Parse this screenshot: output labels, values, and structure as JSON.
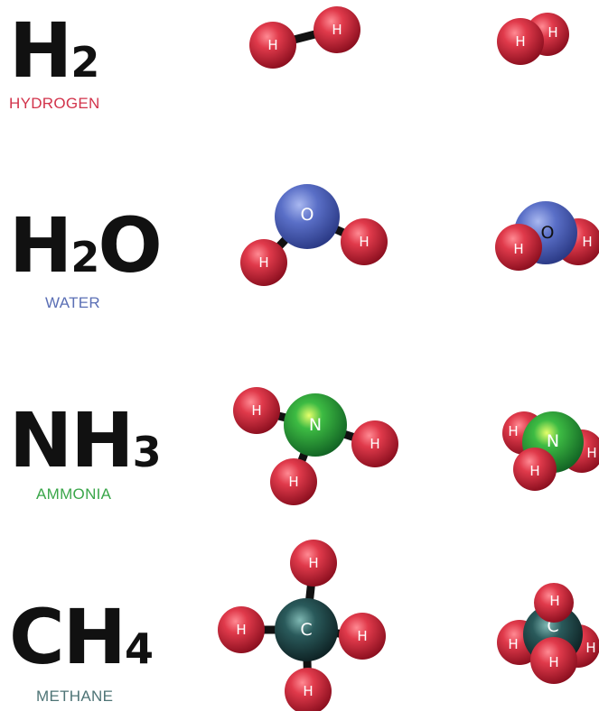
{
  "molecules": [
    {
      "formula": {
        "main": "H",
        "sub": "2",
        "tail": ""
      },
      "name": "HYDROGEN",
      "name_color": "#d2334b",
      "atoms": {
        "h1": "H",
        "h2": "H",
        "h3": "H",
        "h4": "H"
      }
    },
    {
      "formula": {
        "main": "H",
        "sub": "2",
        "tail": "O"
      },
      "name": "WATER",
      "name_color": "#5b6fb5",
      "atoms": {
        "o1": "O",
        "h1": "H",
        "h2": "H",
        "o2": "O",
        "h3": "H",
        "h4": "H"
      }
    },
    {
      "formula": {
        "main": "NH",
        "sub": "3",
        "tail": ""
      },
      "name": "AMMONIA",
      "name_color": "#3aa64a",
      "atoms": {
        "n1": "N",
        "h1": "H",
        "h2": "H",
        "h3": "H",
        "n2": "N",
        "h4": "H",
        "h5": "H",
        "h6": "H"
      }
    },
    {
      "formula": {
        "main": "CH",
        "sub": "4",
        "tail": ""
      },
      "name": "METHANE",
      "name_color": "#4e7476",
      "atoms": {
        "c1": "C",
        "h1": "H",
        "h2": "H",
        "h3": "H",
        "h4": "H",
        "c2": "C",
        "h5": "H",
        "h6": "H",
        "h7": "H",
        "h8": "H"
      }
    }
  ],
  "colors": {
    "hydrogen": "#c92236",
    "oxygen": "#5569c0",
    "nitrogen": "#22963a",
    "carbon": "#1f4446",
    "bond": "#111111"
  }
}
